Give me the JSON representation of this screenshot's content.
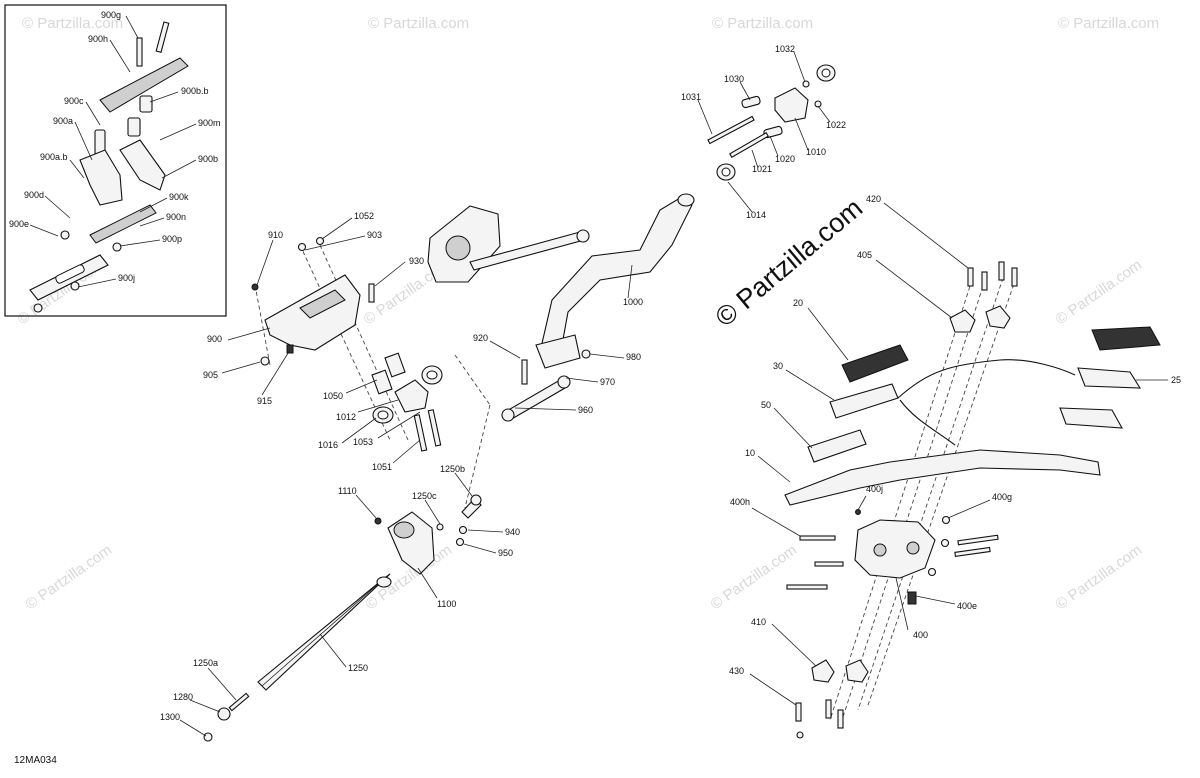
{
  "diagram": {
    "code": "12MA034",
    "watermark": "© Partzilla.com",
    "labels": {
      "900g": "900g",
      "900h": "900h",
      "900c": "900c",
      "900bb": "900b.b",
      "900a": "900a",
      "900m": "900m",
      "900ab": "900a.b",
      "900b": "900b",
      "900d": "900d",
      "900k": "900k",
      "900e": "900e",
      "900n": "900n",
      "900p": "900p",
      "900j": "900j",
      "910": "910",
      "1052": "1052",
      "903": "903",
      "930": "930",
      "900": "900",
      "905": "905",
      "915": "915",
      "1050": "1050",
      "1012": "1012",
      "1016": "1016",
      "1053": "1053",
      "1051": "1051",
      "920": "920",
      "980": "980",
      "970": "970",
      "960": "960",
      "1000": "1000",
      "1032": "1032",
      "1030": "1030",
      "1031": "1031",
      "1022": "1022",
      "1010": "1010",
      "1020": "1020",
      "1021": "1021",
      "1014": "1014",
      "1110": "1110",
      "1250c": "1250c",
      "1250b": "1250b",
      "940": "940",
      "950": "950",
      "1100": "1100",
      "1250": "1250",
      "1250a": "1250a",
      "1280": "1280",
      "1300": "1300",
      "420": "420",
      "405": "405",
      "20": "20",
      "30": "30",
      "25": "25",
      "50": "50",
      "10": "10",
      "400j": "400j",
      "400g": "400g",
      "400h": "400h",
      "400e": "400e",
      "400": "400",
      "410": "410",
      "430": "430"
    }
  }
}
